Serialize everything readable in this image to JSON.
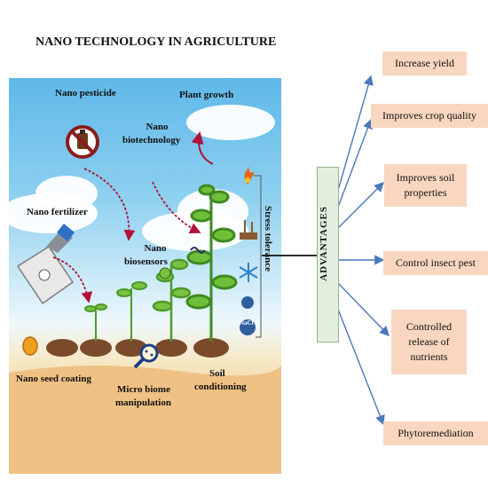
{
  "title": "NANO TECHNOLOGY IN AGRICULTURE",
  "scene": {
    "nano_pesticide": "Nano pesticide",
    "plant_growth": "Plant growth",
    "nano_biotech_line1": "Nano",
    "nano_biotech_line2": "biotechnology",
    "nano_fertilizer": "Nano fertilizer",
    "nano_biosensors_line1": "Nano",
    "nano_biosensors_line2": "biosensors",
    "nano_seed_coating": "Nano seed coating",
    "micro_biome_line1": "Micro biome",
    "micro_biome_line2": "manipulation",
    "soil_cond_line1": "Soil",
    "soil_cond_line2": "conditioning",
    "stress_tolerance": "Stress tolerance",
    "salt_symbol": "NaCl"
  },
  "advantages": {
    "label": "ADVANTAGES",
    "items": [
      "Increase yield",
      "Improves crop quality",
      "Improves soil properties",
      "Control insect pest",
      "Controlled release of nutrients",
      "Phytoremediation"
    ]
  },
  "colors": {
    "arrow": "#4a78b8",
    "advantage_box": "#f9d6bf",
    "advantage_bar": "#e3efdd",
    "curve_arrow": "#b0123a"
  }
}
